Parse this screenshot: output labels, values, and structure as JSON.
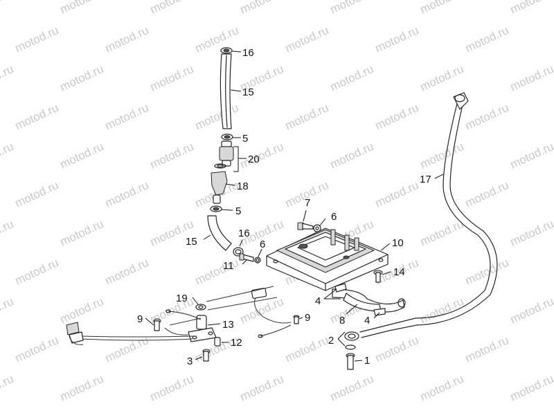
{
  "watermark": {
    "text": "motod.ru"
  },
  "callouts": {
    "c16a": "16",
    "c15a": "15",
    "c5a": "5",
    "c20": "20",
    "c18": "18",
    "c5b": "5",
    "c15b": "15",
    "c7": "7",
    "c6a": "6",
    "c16b": "16",
    "c6b": "6",
    "c11": "11",
    "c10": "10",
    "c14": "14",
    "c17": "17",
    "c4a": "4",
    "c19": "19",
    "c9a": "9",
    "c13": "13",
    "c9b": "9",
    "c8": "8",
    "c4b": "4",
    "c12": "12",
    "c2": "2",
    "c3": "3",
    "c1": "1"
  }
}
